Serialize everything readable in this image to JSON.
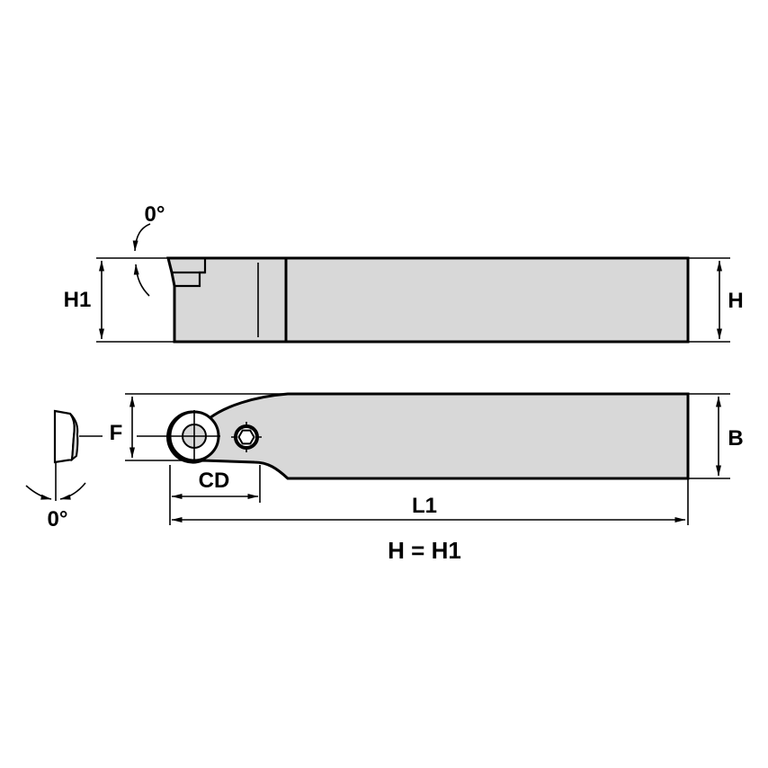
{
  "drawing": {
    "equation": "H = H1",
    "top_view": {
      "angle_label": "0°",
      "height_left_label": "H1",
      "height_right_label": "H"
    },
    "bottom_view": {
      "angle_label": "0°",
      "f_label": "F",
      "b_label": "B",
      "cd_label": "CD",
      "l1_label": "L1"
    },
    "colors": {
      "body_fill": "#d8d8d8",
      "line": "#000000",
      "background": "#ffffff"
    }
  }
}
